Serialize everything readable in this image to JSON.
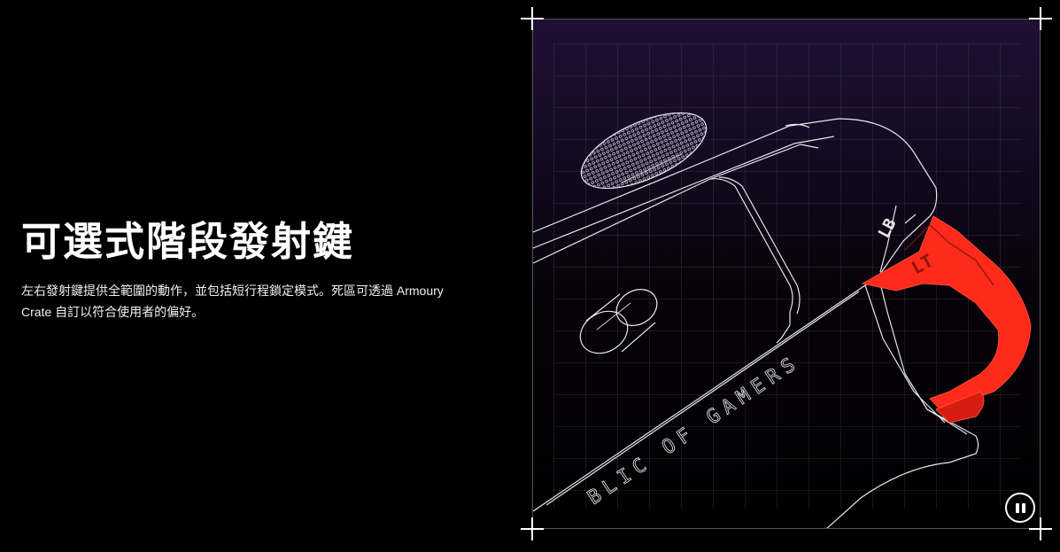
{
  "feature": {
    "title": "可選式階段發射鍵",
    "description": "左右發射鍵提供全範圍的動作，並包括短行程鎖定模式。死區可透過 Armoury Crate 自訂以符合使用者的偏好。"
  },
  "illustration": {
    "trigger_label": "LT",
    "bumper_label": "LB",
    "side_text": "BLIC OF GAMERS",
    "accent_color": "#ff2a1a"
  },
  "controls": {
    "pause_icon": "pause-icon"
  }
}
